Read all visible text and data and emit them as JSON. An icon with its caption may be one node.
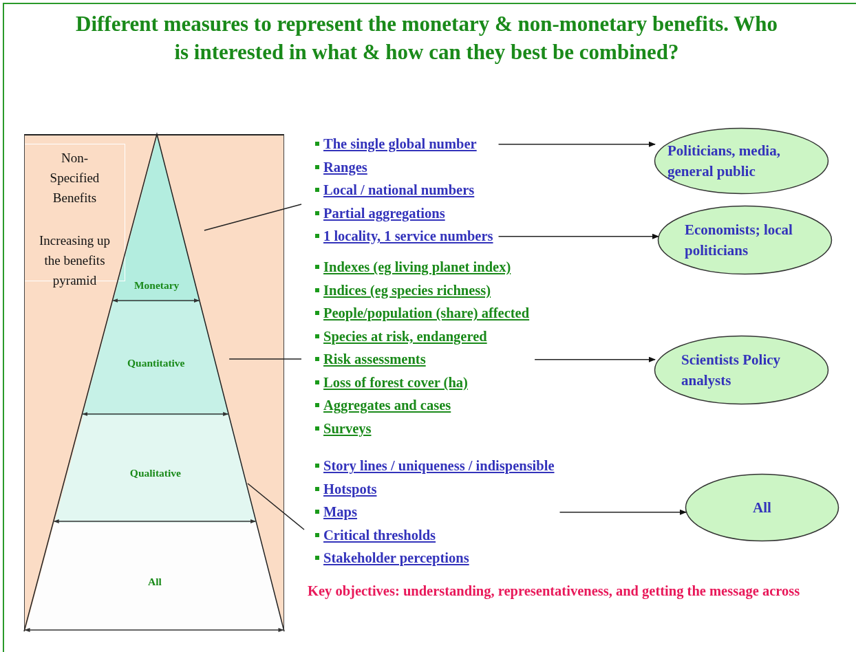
{
  "diagram": {
    "title": "Different measures to represent the monetary & non-monetary benefits.  Who is interested in what & how can they best be combined?",
    "nodes": [
      {
        "text": [
          "Non-Specified Benefits",
          "Increasing up the benefits pyramid"
        ]
      },
      {
        "text": [
          "Monetary"
        ],
        "in": 0
      },
      {
        "text": [
          "Quantitative"
        ],
        "in": 0
      },
      {
        "text": [
          "Qualitative"
        ],
        "in": 0
      },
      {
        "text": [
          "All"
        ],
        "in": 0
      },
      {
        "text": [
          "The single global number",
          "Ranges",
          "Local / national numbers",
          "Partial aggregations",
          "1 locality, 1 service numbers"
        ]
      },
      {
        "text": [
          "Indexes (eg living planet index)",
          "Indices (eg species richness)",
          "People/population (share) affected",
          "Species at risk, endangered",
          "Risk assessments",
          "Loss of forest cover (ha)",
          "Aggregates and cases",
          "Surveys"
        ]
      },
      {
        "text": [
          "Story lines / uniqueness / indispensible",
          "Hotspots",
          "Maps",
          "Critical thresholds",
          "Stakeholder perceptions"
        ]
      },
      {
        "text": [
          "Politicians, media, general public"
        ]
      },
      {
        "text": [
          "Economists; local politicians"
        ]
      },
      {
        "text": [
          "Scientists Policy analysts"
        ]
      },
      {
        "text": [
          "All"
        ]
      }
    ],
    "edges": [
      {
        "from": 1,
        "to": 5,
        "arrow": "none"
      },
      {
        "from": 2,
        "to": 6,
        "arrow": "none"
      },
      {
        "from": 3,
        "to": 7,
        "arrow": "none"
      },
      {
        "from": 5,
        "to": 8,
        "arrow": "to"
      },
      {
        "from": 5,
        "to": 9,
        "arrow": "to"
      },
      {
        "from": 6,
        "to": 10,
        "arrow": "to"
      },
      {
        "from": 7,
        "to": 11,
        "arrow": "to"
      }
    ],
    "labels": [
      "Key objectives: understanding, representativeness, and getting the message across"
    ]
  }
}
